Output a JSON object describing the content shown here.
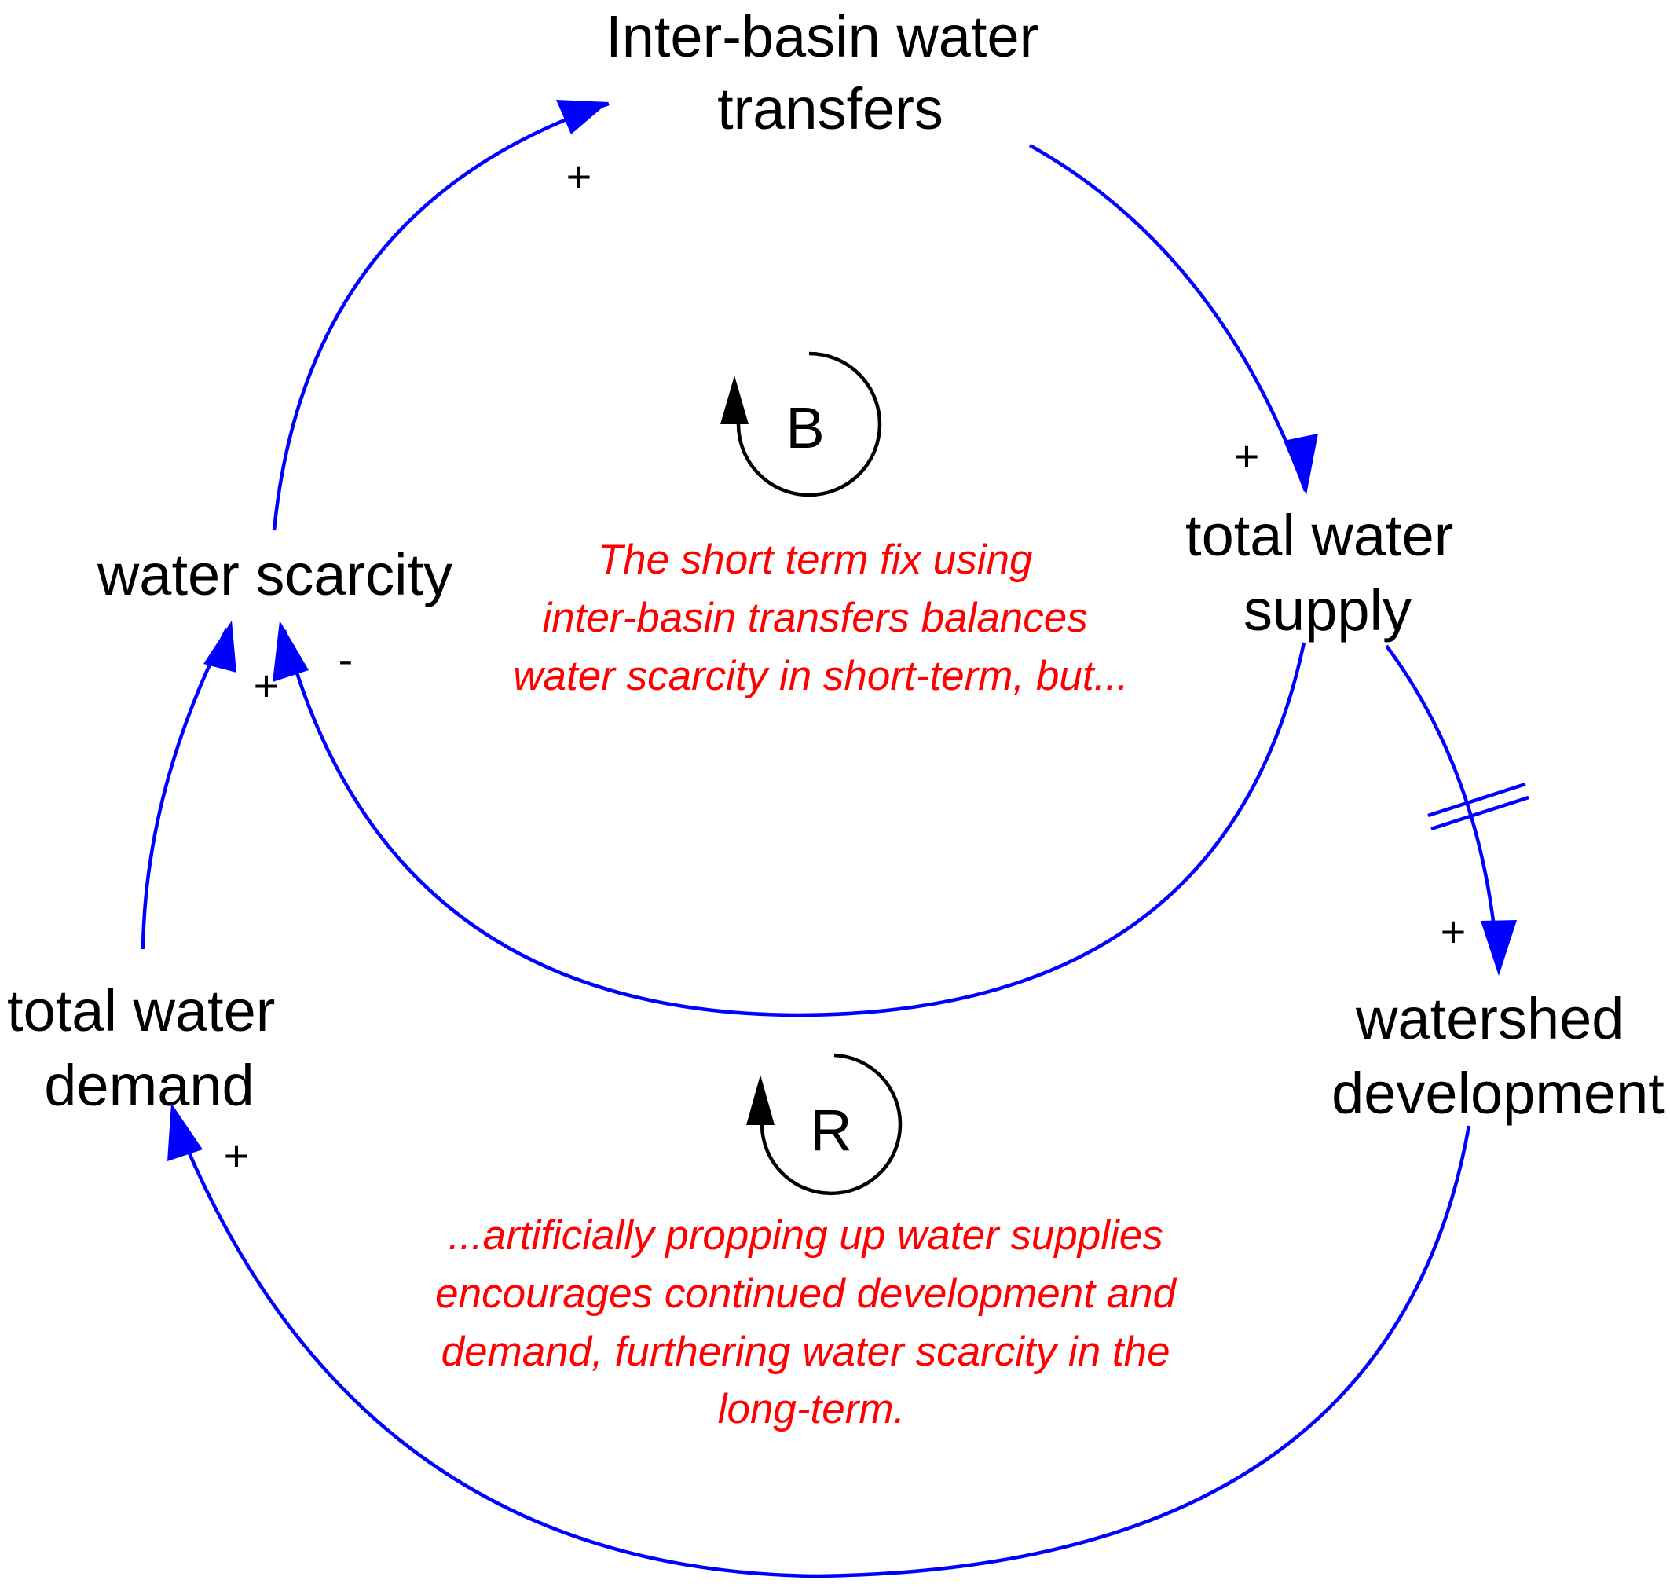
{
  "colors": {
    "link": "#0000ff",
    "note": "#ff0000",
    "text": "#000000"
  },
  "nodes": {
    "interbasin": [
      "Inter-basin water",
      "transfers"
    ],
    "supply": [
      "total water",
      "supply"
    ],
    "scarcity": [
      "water scarcity"
    ],
    "demand": [
      "total water",
      "demand"
    ],
    "watershed": [
      "watershed",
      "development"
    ]
  },
  "links": [
    {
      "from": "water scarcity",
      "to": "Inter-basin water transfers",
      "polarity": "+"
    },
    {
      "from": "Inter-basin water transfers",
      "to": "total water supply",
      "polarity": "+"
    },
    {
      "from": "total water supply",
      "to": "water scarcity",
      "polarity": "-"
    },
    {
      "from": "total water supply",
      "to": "watershed development",
      "polarity": "+",
      "delay": true
    },
    {
      "from": "watershed development",
      "to": "total water demand",
      "polarity": "+"
    },
    {
      "from": "total water demand",
      "to": "water scarcity",
      "polarity": "+"
    }
  ],
  "loops": {
    "balancing": "B",
    "reinforcing": "R"
  },
  "notes": {
    "balancing": [
      "The short term fix using",
      "inter-basin transfers balances",
      "water scarcity in short-term, but..."
    ],
    "reinforcing": [
      "...artificially propping up water supplies",
      "encourages continued development and",
      "demand, furthering water scarcity in the",
      "long-term."
    ]
  }
}
